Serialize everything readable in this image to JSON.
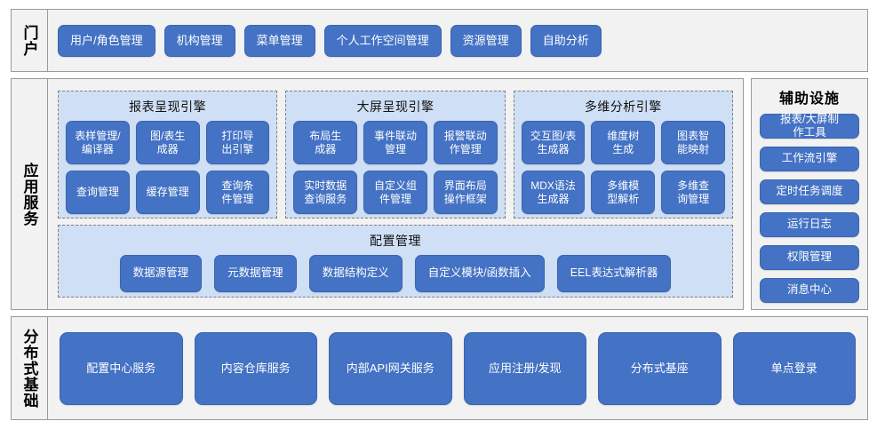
{
  "theme": {
    "chip_fill": "#4472C4",
    "chip_border": "#3B64AD",
    "chip_text": "#FFFFFF",
    "panel_bg": "#F2F2F2",
    "panel_border": "#9A9A9A",
    "group_bg": "#CFDFF5",
    "group_border": "#7F7F7F"
  },
  "portal": {
    "label": "门户",
    "items": [
      {
        "label": "用户/角色管理"
      },
      {
        "label": "机构管理"
      },
      {
        "label": "菜单管理"
      },
      {
        "label": "个人工作空间管理"
      },
      {
        "label": "资源管理"
      },
      {
        "label": "自助分析"
      }
    ]
  },
  "app_services": {
    "label": "应用服务",
    "engines": [
      {
        "title": "报表呈现引擎",
        "items": [
          {
            "label": "表样管理/\n编译器"
          },
          {
            "label": "图/表生\n成器"
          },
          {
            "label": "打印导\n出引擎"
          },
          {
            "label": "查询管理"
          },
          {
            "label": "缓存管理"
          },
          {
            "label": "查询条\n件管理"
          }
        ]
      },
      {
        "title": "大屏呈现引擎",
        "items": [
          {
            "label": "布局生\n成器"
          },
          {
            "label": "事件联动\n管理"
          },
          {
            "label": "报警联动\n作管理"
          },
          {
            "label": "实时数据\n查询服务"
          },
          {
            "label": "自定义组\n件管理"
          },
          {
            "label": "界面布局\n操作框架"
          }
        ]
      },
      {
        "title": "多维分析引擎",
        "items": [
          {
            "label": "交互图/表\n生成器"
          },
          {
            "label": "维度树\n生成"
          },
          {
            "label": "图表智\n能映射"
          },
          {
            "label": "MDX语法\n生成器"
          },
          {
            "label": "多维模\n型解析"
          },
          {
            "label": "多维查\n询管理"
          }
        ]
      }
    ],
    "config": {
      "title": "配置管理",
      "items": [
        {
          "label": "数据源管理"
        },
        {
          "label": "元数据管理"
        },
        {
          "label": "数据结构定义"
        },
        {
          "label": "自定义模块/函数插入"
        },
        {
          "label": "EEL表达式解析器"
        }
      ]
    }
  },
  "aux": {
    "title": "辅助设施",
    "items": [
      {
        "label": "报表/大屏制\n作工具"
      },
      {
        "label": "工作流引擎"
      },
      {
        "label": "定时任务调度"
      },
      {
        "label": "运行日志"
      },
      {
        "label": "权限管理"
      },
      {
        "label": "消息中心"
      }
    ]
  },
  "base": {
    "label": "分布式基础",
    "items": [
      {
        "label": "配置中心服务"
      },
      {
        "label": "内容仓库服务"
      },
      {
        "label": "内部API网关服务"
      },
      {
        "label": "应用注册/发现"
      },
      {
        "label": "分布式基座"
      },
      {
        "label": "单点登录"
      }
    ]
  }
}
